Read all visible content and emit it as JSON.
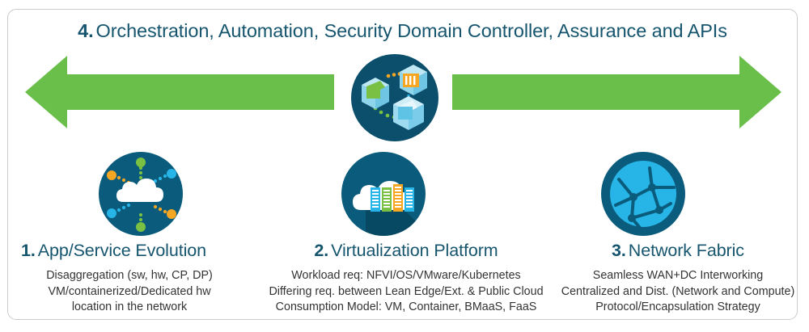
{
  "colors": {
    "arrow_green": "#6ABF4B",
    "heading_teal": "#16556E",
    "icon_circle_dark": "#0B4F6C",
    "icon_cyan": "#27B5E8",
    "icon_orange": "#F5A623",
    "icon_green": "#7AC143",
    "body_text": "#333333",
    "card_border": "#C9CCCF",
    "background": "#FFFFFF"
  },
  "title": {
    "number": "4.",
    "text": "Orchestration, Automation, Security Domain Controller, Assurance and APIs"
  },
  "arrows": {
    "left": {
      "direction": "left",
      "name": "bidirectional-arrow-left"
    },
    "right": {
      "direction": "right",
      "name": "bidirectional-arrow-right"
    }
  },
  "icons": {
    "orchestration": "connected-cubes-icon",
    "app_evolution": "cloud-network-nodes-icon",
    "virtualization": "cloud-server-racks-icon",
    "network_fabric": "globe-network-sphere-icon"
  },
  "columns": [
    {
      "number": "1.",
      "heading": "App/Service Evolution",
      "lines": [
        "Disaggregation (sw, hw, CP, DP)",
        "VM/containerized/Dedicated hw",
        "location in the network"
      ]
    },
    {
      "number": "2.",
      "heading": "Virtualization Platform",
      "lines": [
        "Workload req: NFVI/OS/VMware/Kubernetes",
        "Differing req. between Lean Edge/Ext. & Public Cloud",
        "Consumption Model: VM, Container, BMaaS, FaaS"
      ]
    },
    {
      "number": "3.",
      "heading": "Network Fabric",
      "lines": [
        "Seamless WAN+DC Interworking",
        "Centralized and Dist. (Network and Compute)",
        "Protocol/Encapsulation Strategy"
      ]
    }
  ]
}
